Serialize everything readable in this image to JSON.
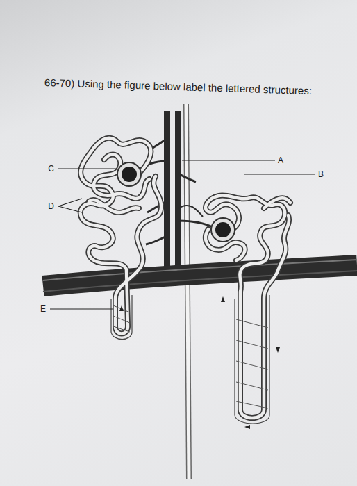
{
  "diagram": {
    "title": "66-70) Using the figure below label the lettered structures:",
    "labels": [
      "A",
      "B",
      "C",
      "D",
      "E"
    ]
  }
}
